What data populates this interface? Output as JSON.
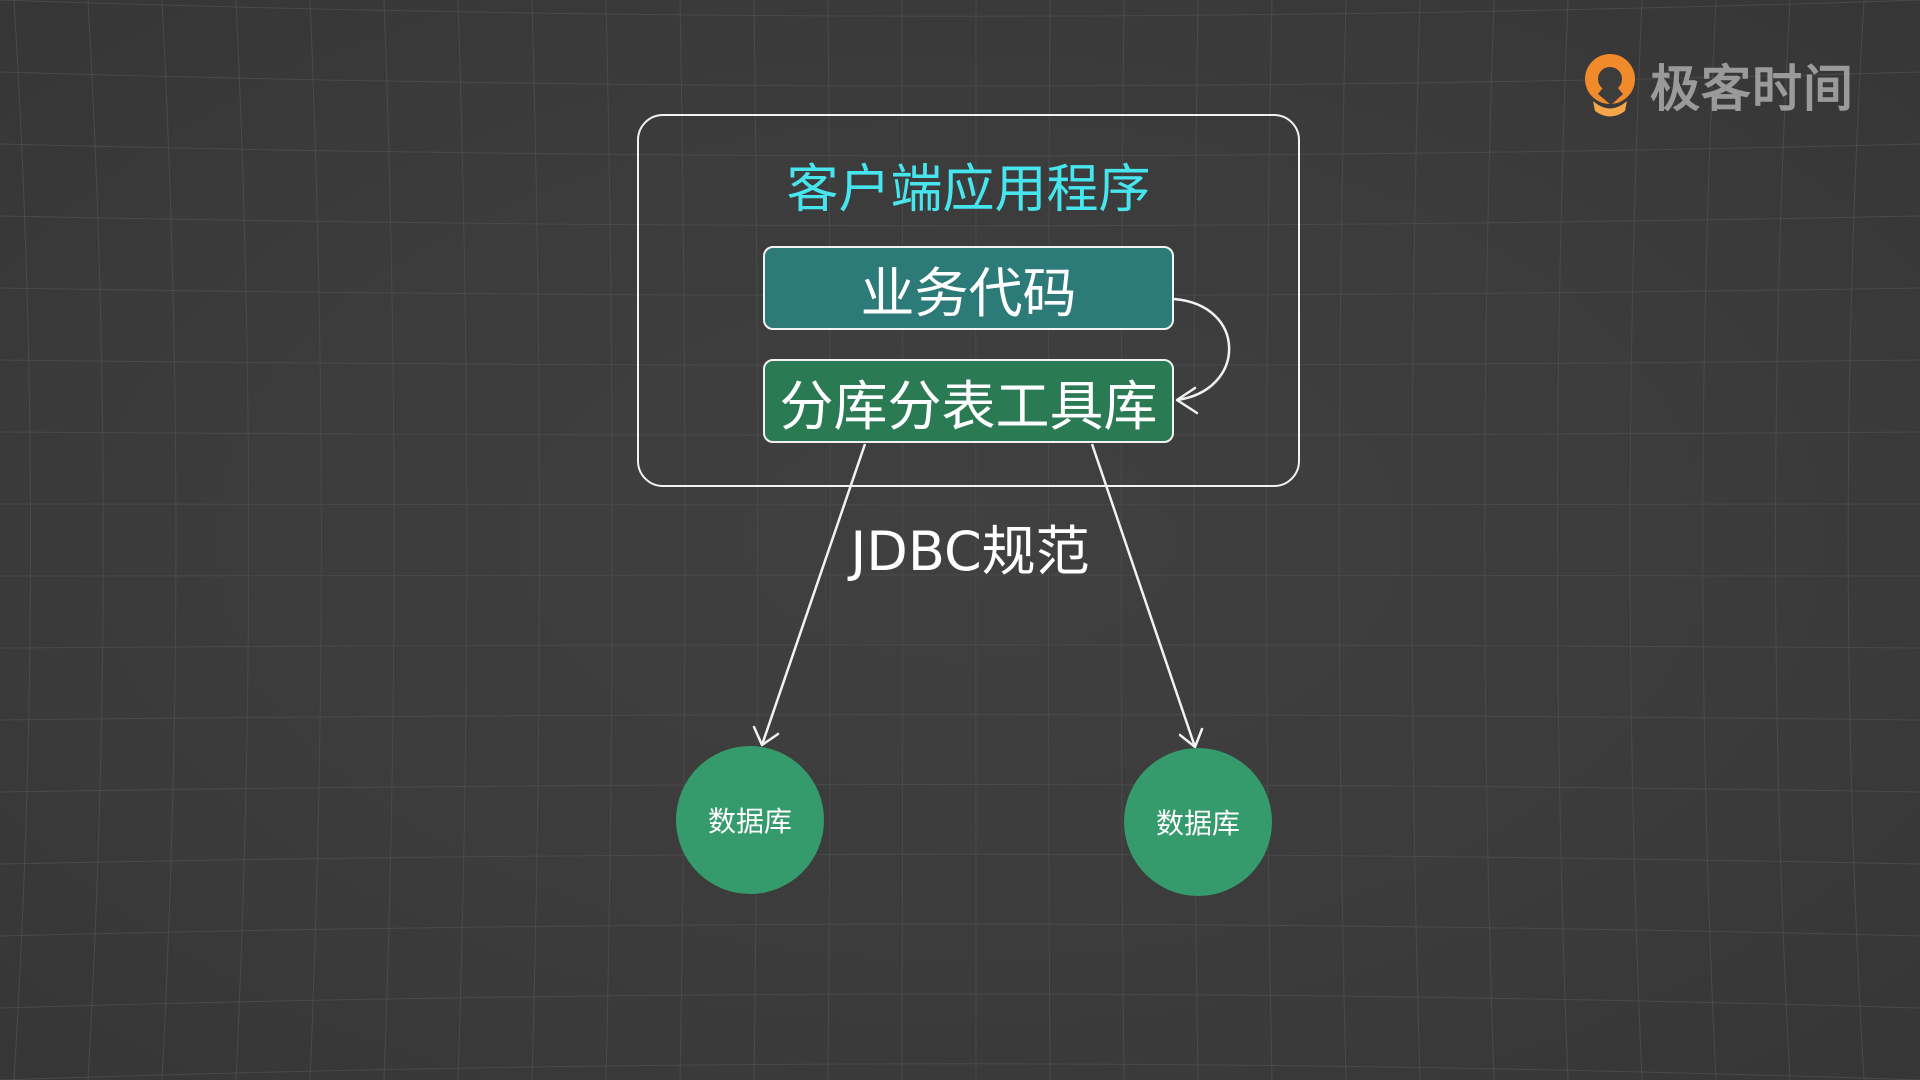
{
  "brand": {
    "logo_text": "极客时间",
    "logo_icon": "geektime-logo-icon",
    "logo_colors": {
      "orange": "#f08a2a",
      "orange_light": "#f6a64a",
      "text": "#9a9a9a"
    }
  },
  "diagram": {
    "client_app": {
      "title": "客户端应用程序"
    },
    "business_code": {
      "label": "业务代码"
    },
    "sharding_library": {
      "label": "分库分表工具库"
    },
    "jdbc_label": "JDBC规范",
    "databases": [
      {
        "label": "数据库"
      },
      {
        "label": "数据库"
      }
    ],
    "edges": [
      {
        "from": "business_code",
        "to": "sharding_library",
        "style": "curved-arrow"
      },
      {
        "from": "sharding_library",
        "to": "databases.0",
        "style": "arrow"
      },
      {
        "from": "sharding_library",
        "to": "databases.1",
        "style": "arrow"
      }
    ]
  },
  "colors": {
    "background": "#3c3c3c",
    "grid_line": "#4a4a4a",
    "frame_border": "#f2f2f2",
    "title_cyan": "#47e6ef",
    "business_box_fill": "#2c7b78",
    "sharding_box_fill": "#2a7a54",
    "database_fill": "#359a6c",
    "text_white": "#ffffff",
    "arrow": "#f2f2f2"
  }
}
